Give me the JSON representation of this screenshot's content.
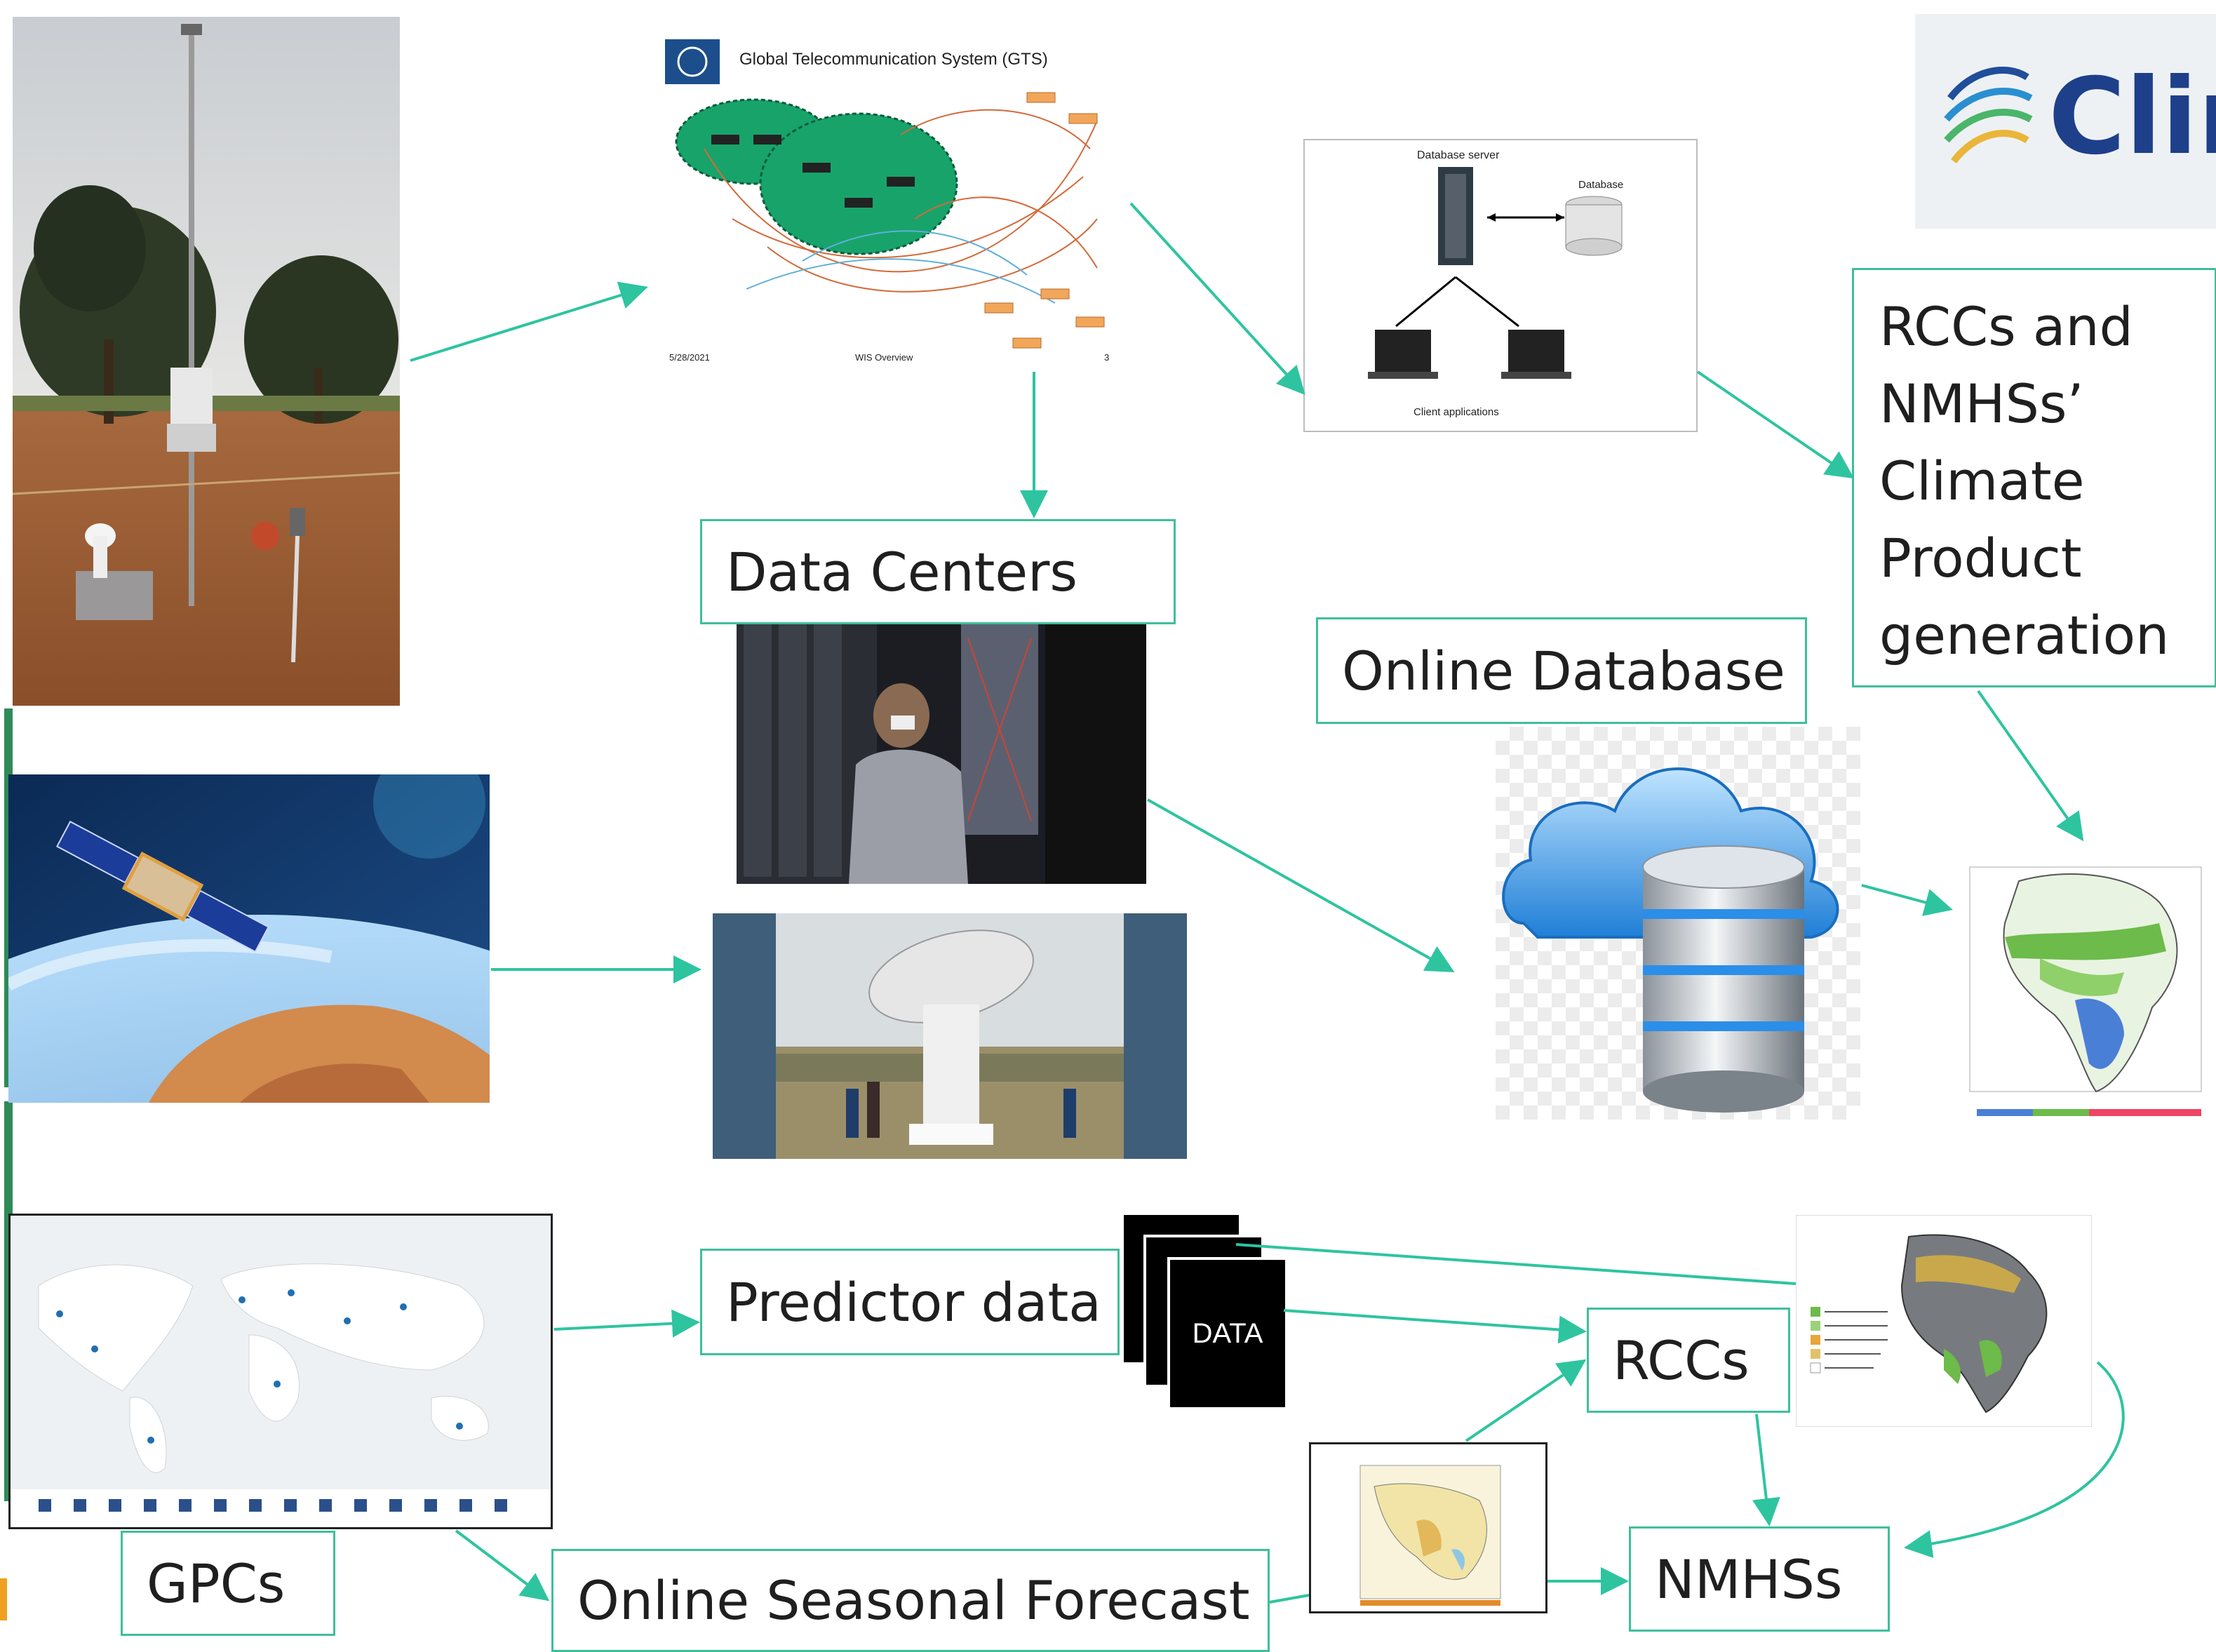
{
  "labels": {
    "data_centers": "Data Centers",
    "online_database": "Online Database",
    "rccs_nmhss": [
      "RCCs and",
      "NMHSs’",
      "Climate",
      "Product",
      "generation"
    ],
    "predictor_data": "Predictor data",
    "rccs": "RCCs",
    "gpcs": "GPCs",
    "online_seasonal_forecast": "Online Seasonal Forecast",
    "nmhss": "NMHSs"
  },
  "gts_slide": {
    "title": "Global Telecommunication System (GTS)",
    "footer_date": "5/28/2021",
    "footer_center": "WIS Overview",
    "footer_page": "3"
  },
  "db_diagram": {
    "server_label": "Database server",
    "database_label": "Database",
    "clients_label": "Client applications"
  },
  "data_stack": {
    "front_label": "DATA"
  },
  "logo": {
    "partial_text": "Clir"
  },
  "colors": {
    "arrow": "#2ec4a0",
    "box_border": "#3fbf9a",
    "gts_green": "#18a36b",
    "side_bar": "#2e8b57",
    "cloud_blue": "#3a9ee6",
    "map_green": "#6dbb4a"
  }
}
